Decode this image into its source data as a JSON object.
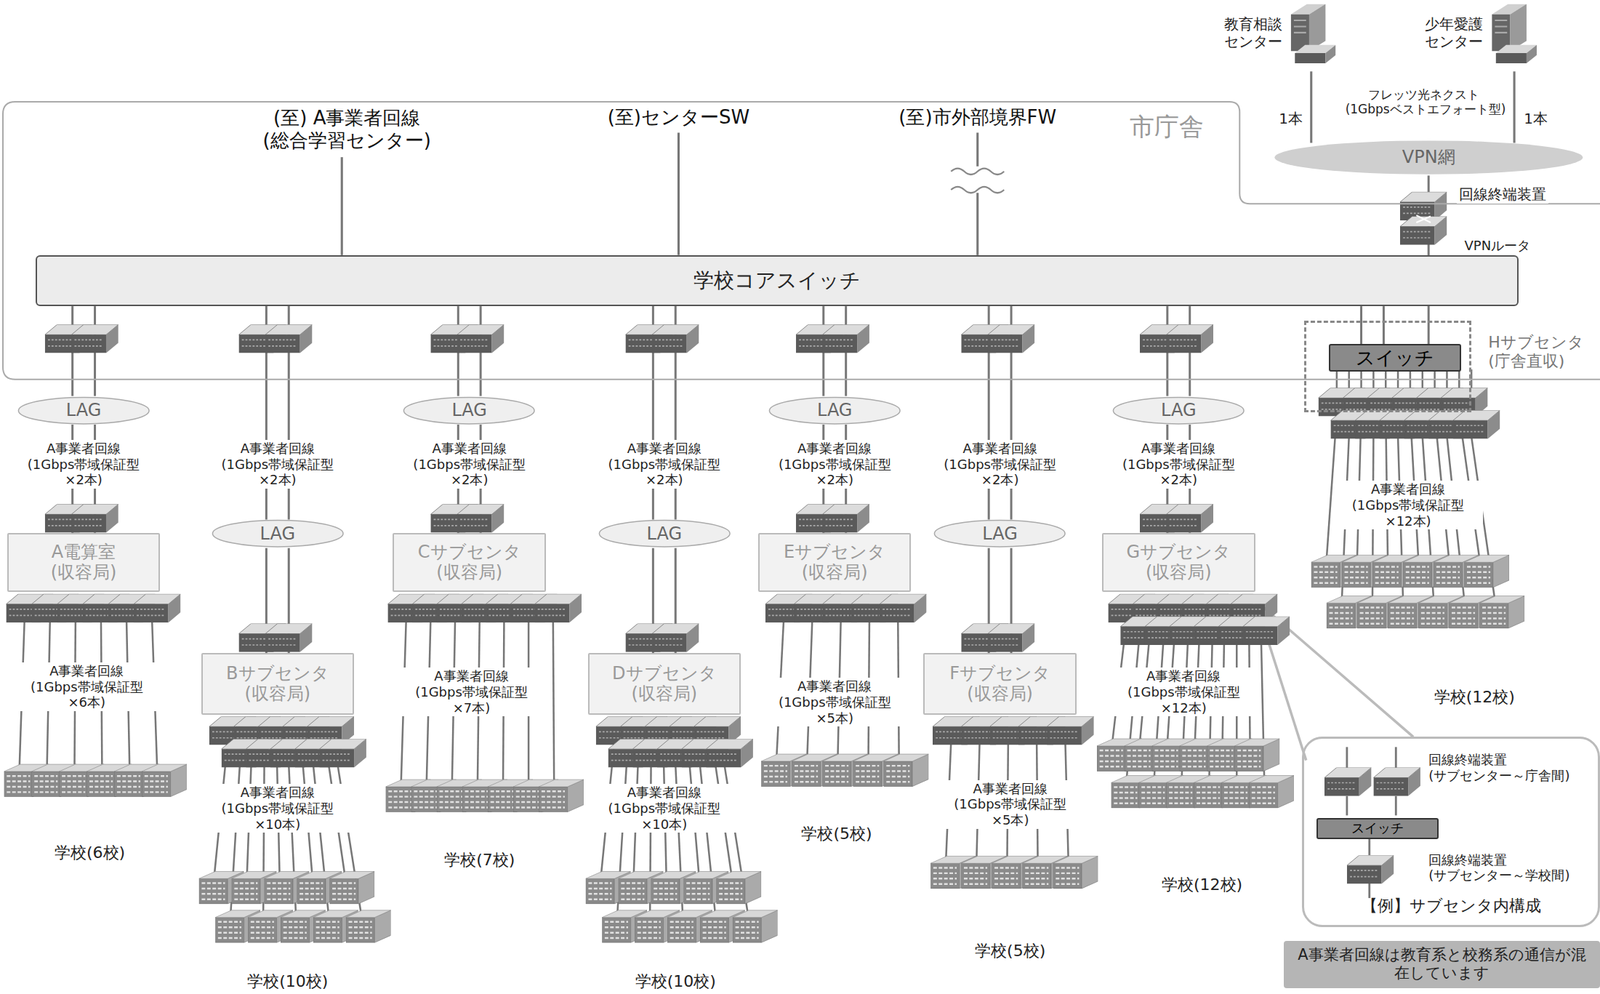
{
  "diagram": {
    "nodes": [
      {
        "text": [
          "市庁舎"
        ]
      },
      {
        "text": [
          "学校コアスイッチ"
        ],
        "in": 0
      },
      {
        "text": [
          "Hサブセンタ (庁舎直収)"
        ]
      },
      {
        "text": [
          "スイッチ"
        ],
        "in": 2
      },
      {
        "text": [
          "VPN網"
        ]
      },
      {
        "text": [
          "LAG"
        ]
      },
      {
        "text": [
          "LAG"
        ]
      },
      {
        "text": [
          "LAG"
        ]
      },
      {
        "text": [
          "LAG"
        ]
      },
      {
        "text": [
          "A電算室 (収容局)"
        ]
      },
      {
        "text": [
          "LAG"
        ]
      },
      {
        "text": [
          "LAG"
        ]
      },
      {
        "text": [
          "LAG"
        ]
      },
      {
        "text": [
          "Bサブセンタ (収容局)"
        ]
      },
      {
        "text": [
          "Cサブセンタ (収容局)"
        ]
      },
      {
        "text": [
          "Dサブセンタ (収容局)"
        ]
      },
      {
        "text": [
          "Eサブセンタ (収容局)"
        ]
      },
      {
        "text": [
          "Fサブセンタ (収容局)"
        ]
      },
      {
        "text": [
          "Gサブセンタ (収容局)"
        ]
      },
      {
        "text": [
          "【例】サブセンタ内構成"
        ]
      },
      {
        "text": [
          "スイッチ"
        ],
        "in": 19
      },
      {
        "text": [
          "A事業者回線は教育系と校務系の通信が混在しています"
        ]
      }
    ],
    "edges": [
      {
        "from": 1,
        "to": 5,
        "arrow": "none"
      },
      {
        "from": 5,
        "to": 9,
        "arrow": "none",
        "label": "A事業者回線 (1Gbps帯域保証型×2本)"
      },
      {
        "from": 1,
        "to": 10,
        "arrow": "none",
        "label": "A事業者回線 (1Gbps帯域保証型×2本)"
      },
      {
        "from": 10,
        "to": 13,
        "arrow": "none"
      },
      {
        "from": 1,
        "to": 6,
        "arrow": "none"
      },
      {
        "from": 6,
        "to": 14,
        "arrow": "none",
        "label": "A事業者回線 (1Gbps帯域保証型×2本)"
      },
      {
        "from": 1,
        "to": 11,
        "arrow": "none",
        "label": "A事業者回線 (1Gbps帯域保証型×2本)"
      },
      {
        "from": 11,
        "to": 15,
        "arrow": "none"
      },
      {
        "from": 1,
        "to": 7,
        "arrow": "none"
      },
      {
        "from": 7,
        "to": 16,
        "arrow": "none",
        "label": "A事業者回線 (1Gbps帯域保証型×2本)"
      },
      {
        "from": 1,
        "to": 12,
        "arrow": "none",
        "label": "A事業者回線 (1Gbps帯域保証型×2本)"
      },
      {
        "from": 12,
        "to": 17,
        "arrow": "none"
      },
      {
        "from": 1,
        "to": 8,
        "arrow": "none"
      },
      {
        "from": 8,
        "to": 18,
        "arrow": "none",
        "label": "A事業者回線 (1Gbps帯域保証型×2本)"
      },
      {
        "from": 1,
        "to": 3,
        "arrow": "none"
      },
      {
        "from": 4,
        "to": 3,
        "arrow": "none"
      }
    ],
    "labels": [
      "(至) A事業者回線 (総合学習センター)",
      "(至)センターSW",
      "(至)市外部境界FW",
      "教育相談 センター",
      "少年愛護 センター",
      "フレッツ光ネクスト (1Gbpsベストエフォート型)",
      "1本",
      "1本",
      "回線終端装置",
      "VPNルータ",
      "A事業者回線 (1Gbps帯域保証型×12本)",
      "A事業者回線 (1Gbps帯域保証型×6本)",
      "A事業者回線 (1Gbps帯域保証型×10本)",
      "A事業者回線 (1Gbps帯域保証型×7本)",
      "A事業者回線 (1Gbps帯域保証型×10本)",
      "A事業者回線 (1Gbps帯域保証型×5本)",
      "A事業者回線 (1Gbps帯域保証型×5本)",
      "A事業者回線 (1Gbps帯域保証型×12本)",
      "学校(12校)",
      "学校(6校)",
      "学校(10校)",
      "学校(7校)",
      "学校(10校)",
      "学校(5校)",
      "学校(5校)",
      "学校(12校)",
      "回線終端装置 (サブセンター～庁舎間)",
      "回線終端装置 (サブセンター～学校間)"
    ]
  }
}
